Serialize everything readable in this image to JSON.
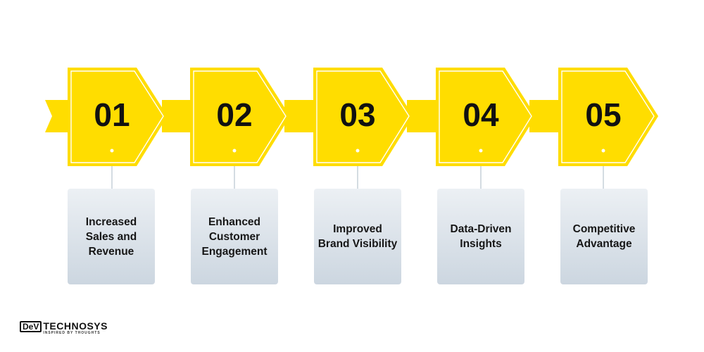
{
  "colors": {
    "accent": "#ffdd00",
    "accent_outline": "#ffffff",
    "connector": "#ffdd00",
    "card_top": "#ecf0f4",
    "card_bottom": "#ccd6e0",
    "text": "#111111",
    "leader_line": "#a9b8c6"
  },
  "steps": [
    {
      "number": "01",
      "label": "Increased\nSales and\nRevenue"
    },
    {
      "number": "02",
      "label": "Enhanced\nCustomer\nEngagement"
    },
    {
      "number": "03",
      "label": "Improved\nBrand Visibility"
    },
    {
      "number": "04",
      "label": "Data-Driven\nInsights"
    },
    {
      "number": "05",
      "label": "Competitive\nAdvantage"
    }
  ],
  "logo": {
    "mark": "DeV",
    "wordmark": "TECHNOSYS",
    "tagline": "INSPIRED BY THOUGHTS"
  }
}
